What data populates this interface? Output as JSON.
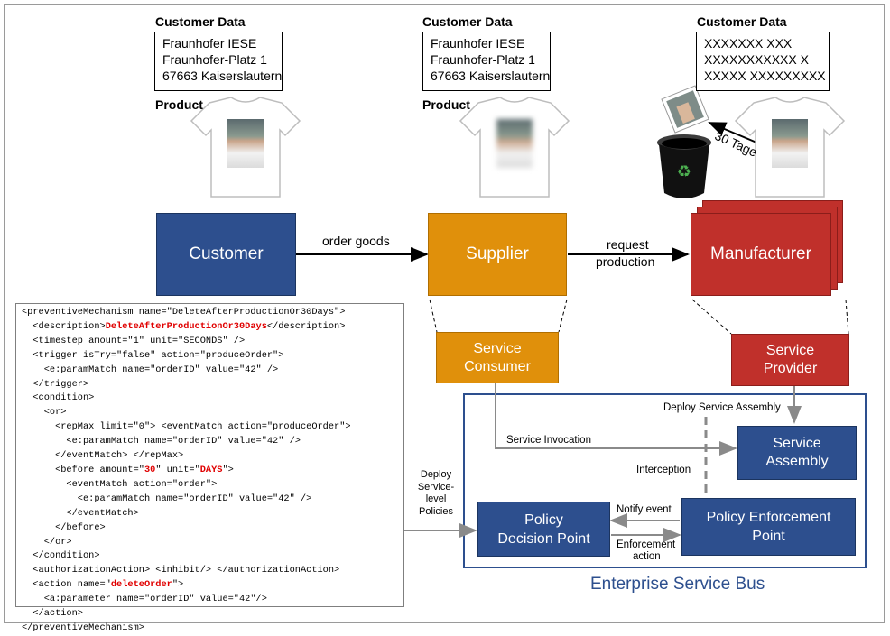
{
  "columns": [
    {
      "title": "Customer Data",
      "address": [
        "Fraunhofer IESE",
        "Fraunhofer-Platz 1",
        "67663 Kaiserslautern"
      ],
      "product_label": "Product",
      "photo": "clear"
    },
    {
      "title": "Customer Data",
      "address": [
        "Fraunhofer IESE",
        "Fraunhofer-Platz 1",
        "67663 Kaiserslautern"
      ],
      "product_label": "Product",
      "photo": "blurred"
    },
    {
      "title": "Customer Data",
      "address": [
        "XXXXXXX XXX",
        "XXXXXXXXXXX X",
        "XXXXX XXXXXXXXX"
      ],
      "product_label": "",
      "photo": "clear"
    }
  ],
  "deletion_label": "30 Tage",
  "actors": {
    "customer": "Customer",
    "supplier": "Supplier",
    "manufacturer": "Manufacturer"
  },
  "flows": {
    "order_goods": "order goods",
    "request_production_1": "request",
    "request_production_2": "production"
  },
  "services": {
    "consumer": [
      "Service",
      "Consumer"
    ],
    "provider": [
      "Service",
      "Provider"
    ],
    "assembly": [
      "Service",
      "Assembly"
    ],
    "pdp": [
      "Policy",
      "Decision Point"
    ],
    "pep": [
      "Policy Enforcement",
      "Point"
    ]
  },
  "esb_labels": {
    "deploy_assembly": "Deploy Service Assembly",
    "service_invocation": "Service Invocation",
    "interception": "Interception",
    "notify_event": "Notify event",
    "enforcement_action_1": "Enforcement",
    "enforcement_action_2": "action",
    "deploy_policies": [
      "Deploy",
      "Service-",
      "level",
      "Policies"
    ],
    "bus_title": "Enterprise Service Bus"
  },
  "colors": {
    "blue": "#2d4f8e",
    "orange": "#e0900b",
    "red": "#c0302b",
    "bus": "#2d4f8e",
    "code_highlight": "#e00000"
  },
  "policy_code": [
    [
      {
        "t": "<preventiveMechanism name=\"DeleteAfterProductionOr30Days\">"
      }
    ],
    [
      {
        "t": "  <description>"
      },
      {
        "t": "DeleteAfterProductionOr30Days",
        "h": true
      },
      {
        "t": "</description>"
      }
    ],
    [
      {
        "t": "  <timestep amount=\"1\" unit=\"SECONDS\" />"
      }
    ],
    [
      {
        "t": "  <trigger isTry=\"false\" action=\"produceOrder\">"
      }
    ],
    [
      {
        "t": "    <e:paramMatch name=\"orderID\" value=\"42\" />"
      }
    ],
    [
      {
        "t": "  </trigger>"
      }
    ],
    [
      {
        "t": "  <condition>"
      }
    ],
    [
      {
        "t": "    <or>"
      }
    ],
    [
      {
        "t": "      <repMax limit=\"0\"> <eventMatch action=\"produceOrder\">"
      }
    ],
    [
      {
        "t": "        <e:paramMatch name=\"orderID\" value=\"42\" />"
      }
    ],
    [
      {
        "t": "      </eventMatch> </repMax>"
      }
    ],
    [
      {
        "t": "      <before amount=\""
      },
      {
        "t": "30",
        "h": true
      },
      {
        "t": "\" unit=\""
      },
      {
        "t": "DAYS",
        "h": true
      },
      {
        "t": "\">"
      }
    ],
    [
      {
        "t": "        <eventMatch action=\"order\">"
      }
    ],
    [
      {
        "t": "          <e:paramMatch name=\"orderID\" value=\"42\" />"
      }
    ],
    [
      {
        "t": "        </eventMatch>"
      }
    ],
    [
      {
        "t": "      </before>"
      }
    ],
    [
      {
        "t": "    </or>"
      }
    ],
    [
      {
        "t": "  </condition>"
      }
    ],
    [
      {
        "t": "  <authorizationAction> <inhibit/> </authorizationAction>"
      }
    ],
    [
      {
        "t": "  <action name=\""
      },
      {
        "t": "deleteOrder",
        "h": true
      },
      {
        "t": "\">"
      }
    ],
    [
      {
        "t": "    <a:parameter name=\"orderID\" value=\"42\"/>"
      }
    ],
    [
      {
        "t": "  </action>"
      }
    ],
    [
      {
        "t": "</preventiveMechanism>"
      }
    ]
  ]
}
